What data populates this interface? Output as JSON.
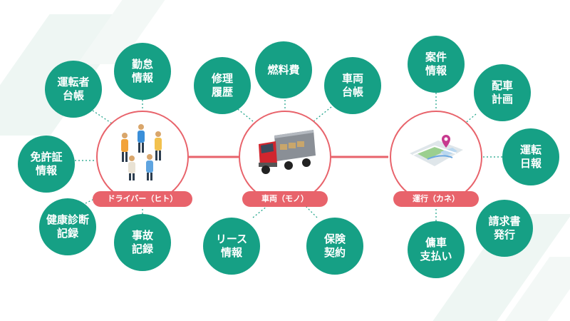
{
  "hubs": {
    "driver": {
      "label": "ドライバー（ヒト）"
    },
    "vehicle": {
      "label": "車両（モノ）"
    },
    "operation": {
      "label": "運行（カネ）"
    }
  },
  "bubbles": {
    "driver_license": "運転者\n台帳",
    "attendance": "勤怠\n情報",
    "license": "免許証\n情報",
    "health": "健康診断\n記録",
    "accident": "事故\n記録",
    "repair": "修理\n履歴",
    "fuel": "燃料費",
    "vehicle_ledger": "車両\n台帳",
    "lease": "リース\n情報",
    "insurance": "保険\n契約",
    "project": "案件\n情報",
    "dispatch": "配車\n計画",
    "daily_report": "運転\n日報",
    "invoice": "請求書\n発行",
    "charter": "傭車\n支払い"
  },
  "colors": {
    "bubble": "#16a085",
    "accent": "#e8636b",
    "connector": "#e8636b"
  }
}
